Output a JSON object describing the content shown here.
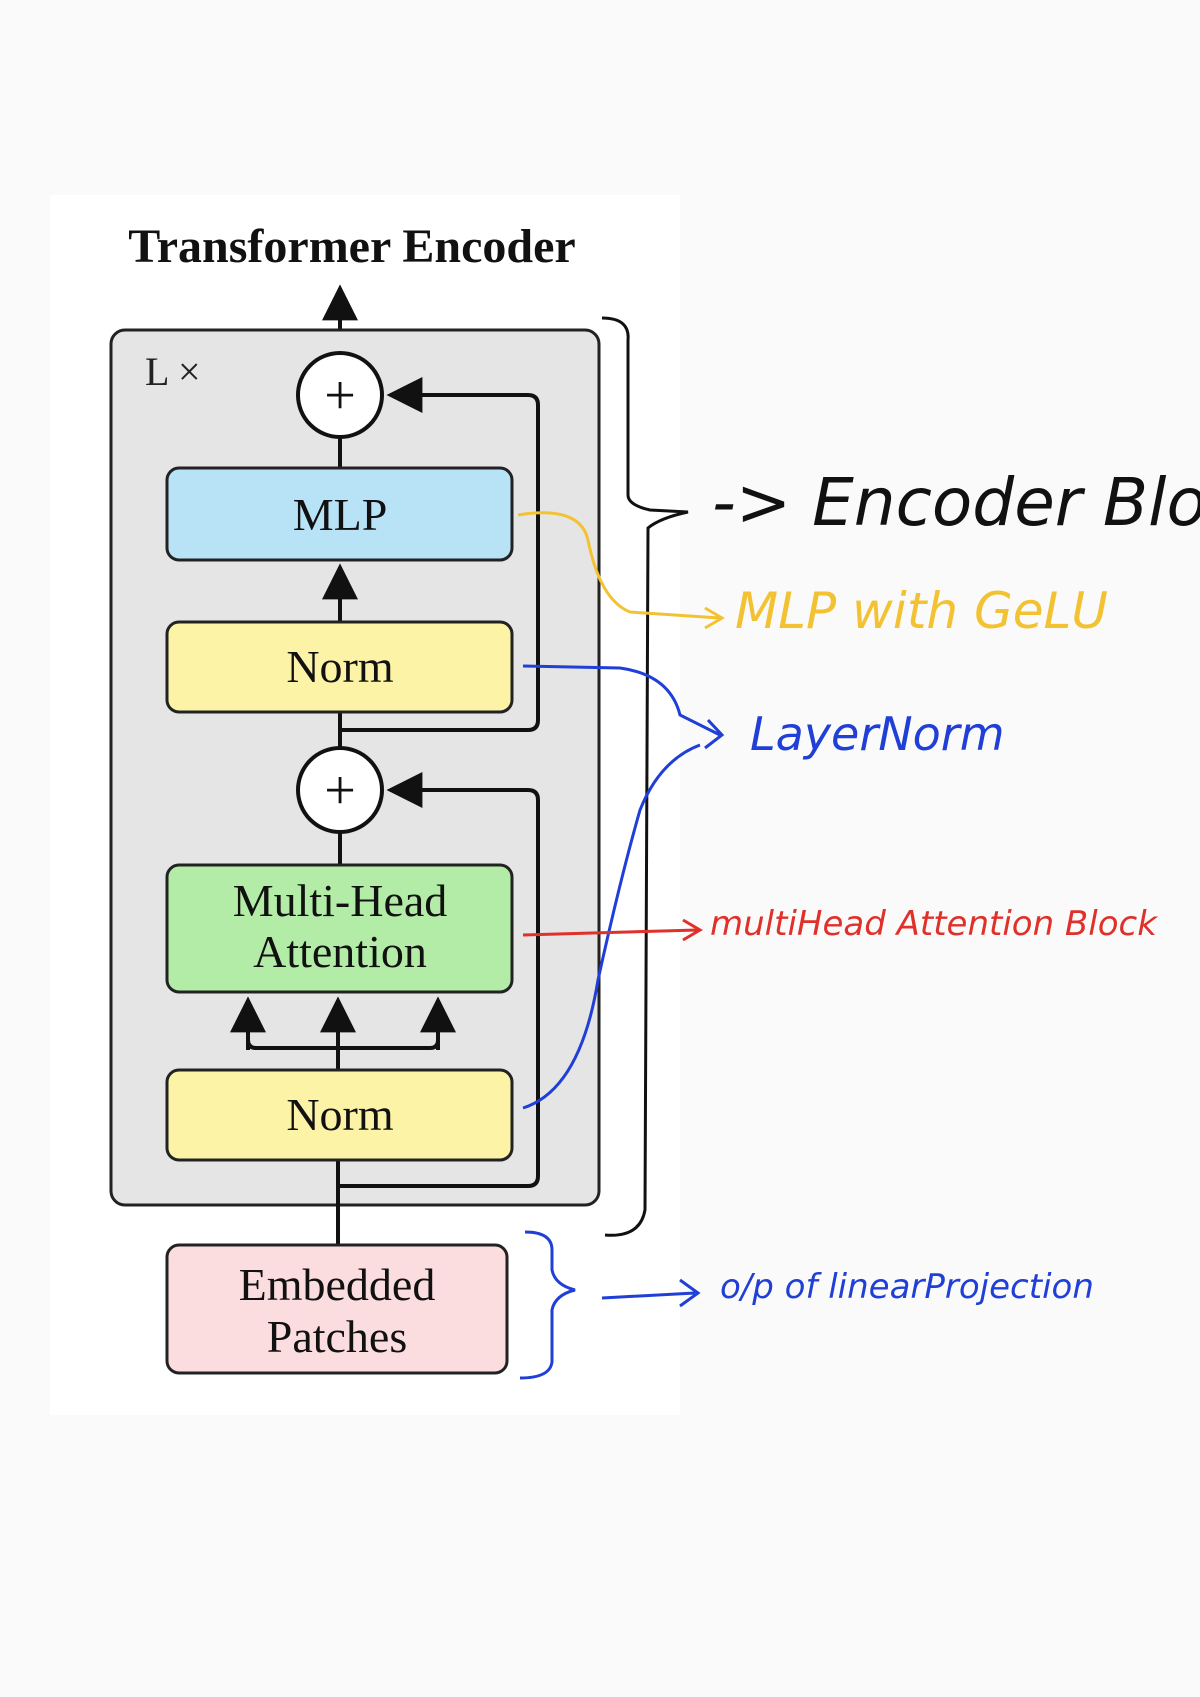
{
  "diagram": {
    "title": "Transformer Encoder",
    "repeat_label": "L ×",
    "add_symbol": "+",
    "blocks": {
      "mlp": "MLP",
      "norm_top": "Norm",
      "mha_line1": "Multi-Head",
      "mha_line2": "Attention",
      "norm_bottom": "Norm",
      "embed_line1": "Embedded",
      "embed_line2": "Patches"
    },
    "colors": {
      "mlp": "#b8e2f6",
      "norm": "#fcf3a6",
      "mha": "#b2eca6",
      "embed": "#fbdde0",
      "panel": "#e5e5e5"
    }
  },
  "annotations": {
    "encoder_block": "-> Encoder Block",
    "mlp_gelu": "MLP with GeLU",
    "layer_norm": "LayerNorm",
    "mha_block": "multiHead Attention Block",
    "linear_projection": "o/p of linearProjection",
    "colors": {
      "encoder": "#111111",
      "mlp": "#f3c232",
      "norm": "#1f3fd6",
      "mha": "#e0302a",
      "proj": "#1f3fd6"
    }
  }
}
